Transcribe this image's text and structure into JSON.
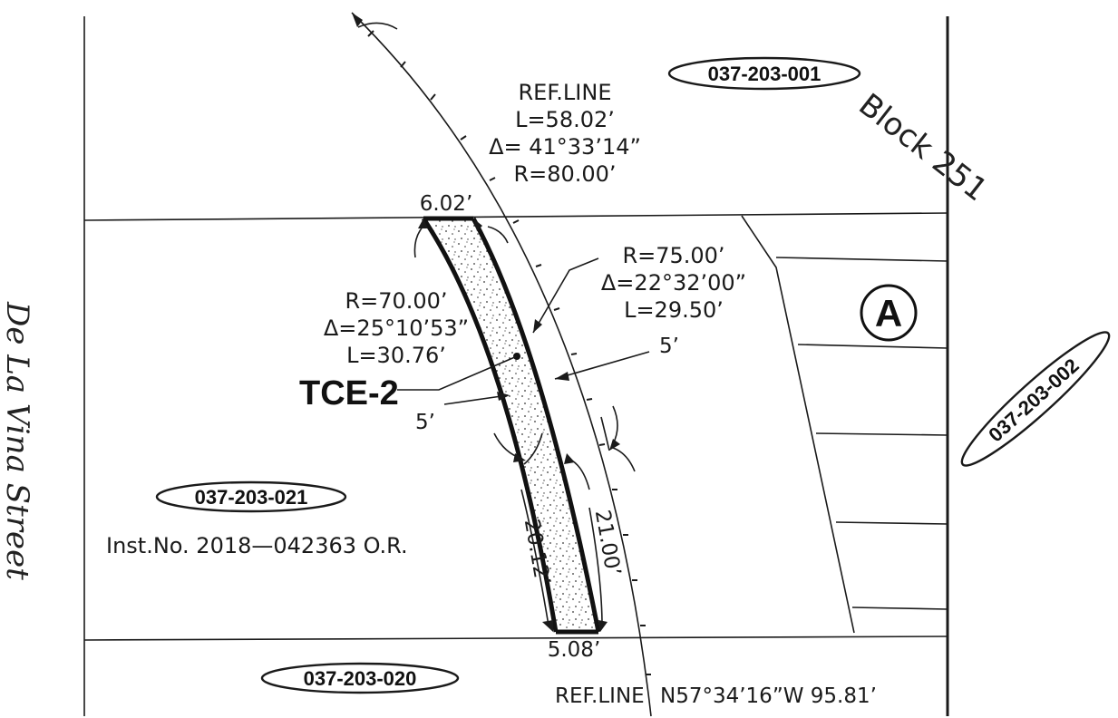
{
  "street_name": "De La Vina Street",
  "block_label": "Block 251",
  "parcel_marker": "A",
  "easement_label": "TCE-2",
  "parcels": {
    "top": "037-203-001",
    "right": "037-203-002",
    "middle_left": "037-203-021",
    "bottom": "037-203-020"
  },
  "instrument_note": "Inst.No. 2018—042363 O.R.",
  "ref_curve": {
    "title": "REF.LINE",
    "length": "L=58.02’",
    "delta": "Δ= 41°33’14”",
    "radius": "R=80.00’"
  },
  "inner_curve": {
    "radius": "R=70.00’",
    "delta": "Δ=25°10’53”",
    "length": "L=30.76’"
  },
  "outer_curve": {
    "radius": "R=75.00’",
    "delta": "Δ=22°32’00”",
    "length": "L=29.50’"
  },
  "dimensions": {
    "top_width": "6.02’",
    "bottom_width": "5.08’",
    "left_side": "20.12’",
    "right_side": "21.00’",
    "offset_inner": "5’",
    "offset_outer": "5’"
  },
  "bottom_ref_line": {
    "title": "REF.LINE",
    "bearing": "N57°34’16”W 95.81’"
  }
}
